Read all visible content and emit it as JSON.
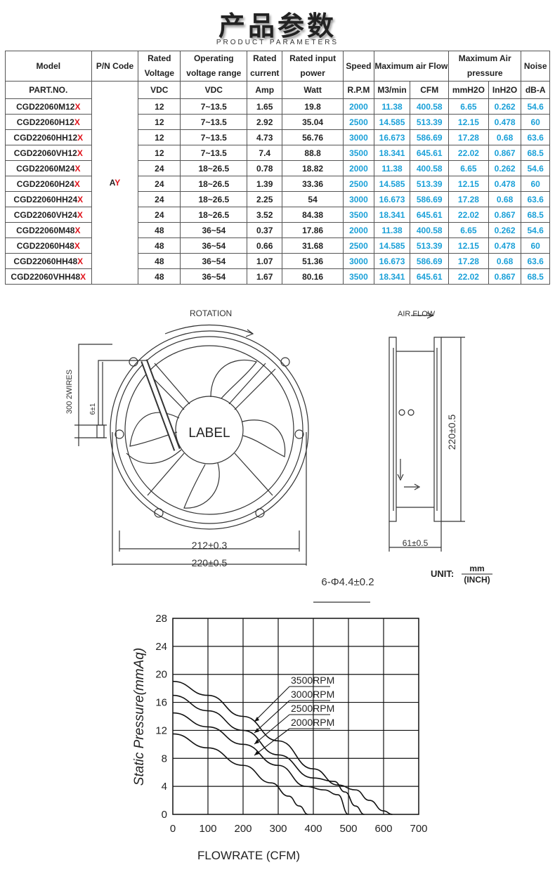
{
  "title_cn": "产品参数",
  "title_en": "PRODUCT PARAMETERS",
  "table": {
    "header1": [
      "Model",
      "P/N Code",
      "Rated Voltage",
      "Operating voltage range",
      "Rated current",
      "Rated input power",
      "Speed",
      "Maximum air Flow",
      "Maximum Air pressure",
      "Noise"
    ],
    "header2": [
      "PART.NO.",
      "VDC",
      "VDC",
      "Amp",
      "Watt",
      "R.P.M",
      "M3/min",
      "CFM",
      "mmH2O",
      "InH2O",
      "dB-A"
    ],
    "pn_code": "A",
    "pn_code_suffix": "Y",
    "rows": [
      {
        "model": "CGD22060M12",
        "x": "X",
        "v": "12",
        "range": "7~13.5",
        "amp": "1.65",
        "watt": "19.8",
        "rpm": "2000",
        "m3": "11.38",
        "cfm": "400.58",
        "mmh2o": "6.65",
        "inh2o": "0.262",
        "db": "54.6"
      },
      {
        "model": "CGD22060H12",
        "x": "X",
        "v": "12",
        "range": "7~13.5",
        "amp": "2.92",
        "watt": "35.04",
        "rpm": "2500",
        "m3": "14.585",
        "cfm": "513.39",
        "mmh2o": "12.15",
        "inh2o": "0.478",
        "db": "60"
      },
      {
        "model": "CGD22060HH12",
        "x": "X",
        "v": "12",
        "range": "7~13.5",
        "amp": "4.73",
        "watt": "56.76",
        "rpm": "3000",
        "m3": "16.673",
        "cfm": "586.69",
        "mmh2o": "17.28",
        "inh2o": "0.68",
        "db": "63.6"
      },
      {
        "model": "CGD22060VH12",
        "x": "X",
        "v": "12",
        "range": "7~13.5",
        "amp": "7.4",
        "watt": "88.8",
        "rpm": "3500",
        "m3": "18.341",
        "cfm": "645.61",
        "mmh2o": "22.02",
        "inh2o": "0.867",
        "db": "68.5"
      },
      {
        "model": "CGD22060M24",
        "x": "X",
        "v": "24",
        "range": "18~26.5",
        "amp": "0.78",
        "watt": "18.82",
        "rpm": "2000",
        "m3": "11.38",
        "cfm": "400.58",
        "mmh2o": "6.65",
        "inh2o": "0.262",
        "db": "54.6"
      },
      {
        "model": "CGD22060H24",
        "x": "X",
        "v": "24",
        "range": "18~26.5",
        "amp": "1.39",
        "watt": "33.36",
        "rpm": "2500",
        "m3": "14.585",
        "cfm": "513.39",
        "mmh2o": "12.15",
        "inh2o": "0.478",
        "db": "60"
      },
      {
        "model": "CGD22060HH24",
        "x": "X",
        "v": "24",
        "range": "18~26.5",
        "amp": "2.25",
        "watt": "54",
        "rpm": "3000",
        "m3": "16.673",
        "cfm": "586.69",
        "mmh2o": "17.28",
        "inh2o": "0.68",
        "db": "63.6"
      },
      {
        "model": "CGD22060VH24",
        "x": "X",
        "v": "24",
        "range": "18~26.5",
        "amp": "3.52",
        "watt": "84.38",
        "rpm": "3500",
        "m3": "18.341",
        "cfm": "645.61",
        "mmh2o": "22.02",
        "inh2o": "0.867",
        "db": "68.5"
      },
      {
        "model": "CGD22060M48",
        "x": "X",
        "v": "48",
        "range": "36~54",
        "amp": "0.37",
        "watt": "17.86",
        "rpm": "2000",
        "m3": "11.38",
        "cfm": "400.58",
        "mmh2o": "6.65",
        "inh2o": "0.262",
        "db": "54.6"
      },
      {
        "model": "CGD22060H48",
        "x": "X",
        "v": "48",
        "range": "36~54",
        "amp": "0.66",
        "watt": "31.68",
        "rpm": "2500",
        "m3": "14.585",
        "cfm": "513.39",
        "mmh2o": "12.15",
        "inh2o": "0.478",
        "db": "60"
      },
      {
        "model": "CGD22060HH48",
        "x": "X",
        "v": "48",
        "range": "36~54",
        "amp": "1.07",
        "watt": "51.36",
        "rpm": "3000",
        "m3": "16.673",
        "cfm": "586.69",
        "mmh2o": "17.28",
        "inh2o": "0.68",
        "db": "63.6"
      },
      {
        "model": "CGD22060VHH48",
        "x": "X",
        "v": "48",
        "range": "36~54",
        "amp": "1.67",
        "watt": "80.16",
        "rpm": "3500",
        "m3": "18.341",
        "cfm": "645.61",
        "mmh2o": "22.02",
        "inh2o": "0.867",
        "db": "68.5"
      }
    ]
  },
  "drawing": {
    "rotation": "ROTATION",
    "airflow": "AIR FLOW",
    "wires": "2WIRES",
    "wire_len": "300",
    "wire_tol": "6±1",
    "label": "LABEL",
    "dim_inner": "212±0.3",
    "dim_outer": "220±0.5",
    "dim_side": "220±0.5",
    "dim_depth": "61±0.5",
    "holes": "6-Φ4.4±0.2",
    "unit_label": "UNIT:",
    "unit_top": "mm",
    "unit_bottom": "(INCH)"
  },
  "chart_data": {
    "type": "line",
    "title": "",
    "xlabel": "FLOWRATE (CFM)",
    "ylabel": "Static Pressure(mmAq)",
    "xlim": [
      0,
      700
    ],
    "ylim": [
      0,
      28
    ],
    "xticks": [
      0,
      100,
      200,
      300,
      400,
      500,
      600,
      700
    ],
    "yticks": [
      0,
      4,
      8,
      12,
      16,
      20,
      24,
      28
    ],
    "grid": true,
    "series": [
      {
        "name": "3500RPM",
        "x": [
          0,
          100,
          200,
          300,
          400,
          470,
          520,
          560,
          600,
          625
        ],
        "y": [
          19,
          17,
          14,
          10.5,
          6.5,
          4.2,
          3.5,
          2,
          0.5,
          0
        ]
      },
      {
        "name": "3000RPM",
        "x": [
          0,
          100,
          200,
          300,
          400,
          460,
          490,
          520,
          545
        ],
        "y": [
          17,
          14.8,
          12,
          8.5,
          5.2,
          4.7,
          3.2,
          1.2,
          0
        ]
      },
      {
        "name": "2500RPM",
        "x": [
          0,
          100,
          200,
          300,
          380,
          430,
          470,
          500
        ],
        "y": [
          14.5,
          12.5,
          10,
          7,
          4,
          3.5,
          2.8,
          0
        ]
      },
      {
        "name": "2000RPM",
        "x": [
          0,
          100,
          200,
          280,
          330,
          360,
          385
        ],
        "y": [
          11.5,
          9.5,
          7,
          4.5,
          2.6,
          1.2,
          0
        ]
      }
    ]
  }
}
